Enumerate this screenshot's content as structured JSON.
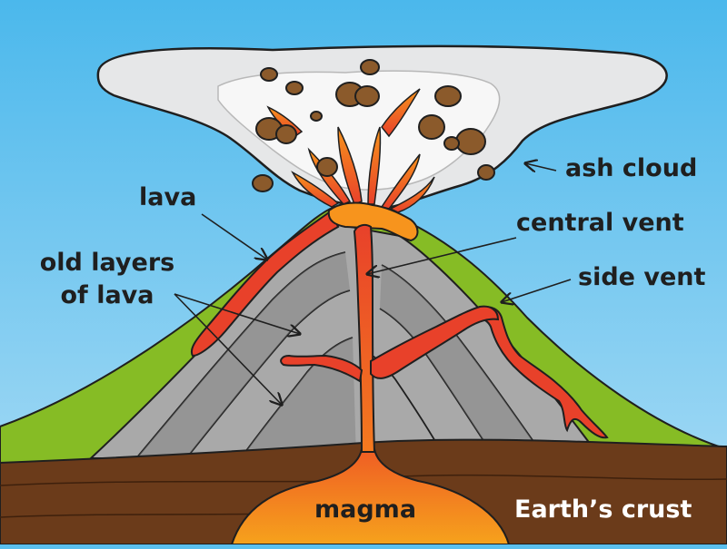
{
  "labels": {
    "ash_cloud": "ash cloud",
    "lava": "lava",
    "central_vent": "central vent",
    "old_layers_line1": "old layers",
    "old_layers_line2": "of lava",
    "side_vent": "side vent",
    "magma": "magma",
    "earths_crust": "Earth’s crust"
  },
  "colors": {
    "sky": "#5bc0ee",
    "ash": "#e6e7e8",
    "rock": "#8b5a2b",
    "lava": "#e8412a",
    "magma": "#f39c1f",
    "grass": "#86bc25",
    "crust": "#6b3b1a",
    "layers": "#9a9a9a"
  }
}
